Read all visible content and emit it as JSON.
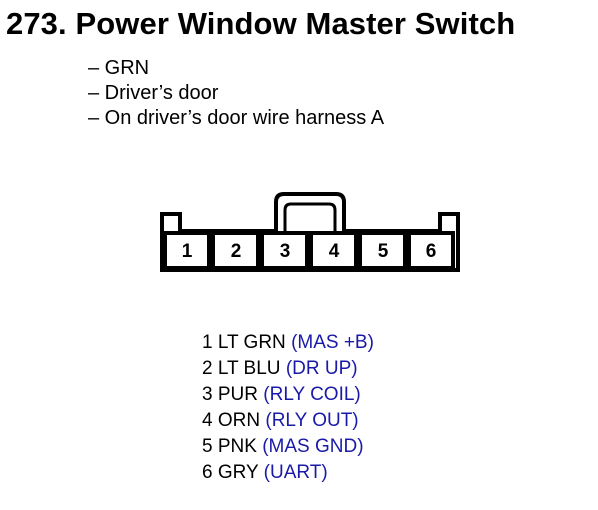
{
  "title": "273. Power Window Master Switch",
  "details": [
    "– GRN",
    "– Driver’s door",
    "– On driver’s door wire harness A"
  ],
  "connector": {
    "pins": [
      "1",
      "2",
      "3",
      "4",
      "5",
      "6"
    ]
  },
  "pinout": [
    {
      "num": "1",
      "wire": "LT GRN",
      "signal": "(MAS +B)"
    },
    {
      "num": "2",
      "wire": "LT BLU",
      "signal": "(DR UP)"
    },
    {
      "num": "3",
      "wire": "PUR",
      "signal": "(RLY COIL)"
    },
    {
      "num": "4",
      "wire": "ORN",
      "signal": "(RLY OUT)"
    },
    {
      "num": "5",
      "wire": "PNK",
      "signal": "(MAS GND)"
    },
    {
      "num": "6",
      "wire": "GRY",
      "signal": "(UART)"
    }
  ],
  "colors": {
    "text": "#000000",
    "signal": "#1a1aa8",
    "background": "#ffffff"
  }
}
